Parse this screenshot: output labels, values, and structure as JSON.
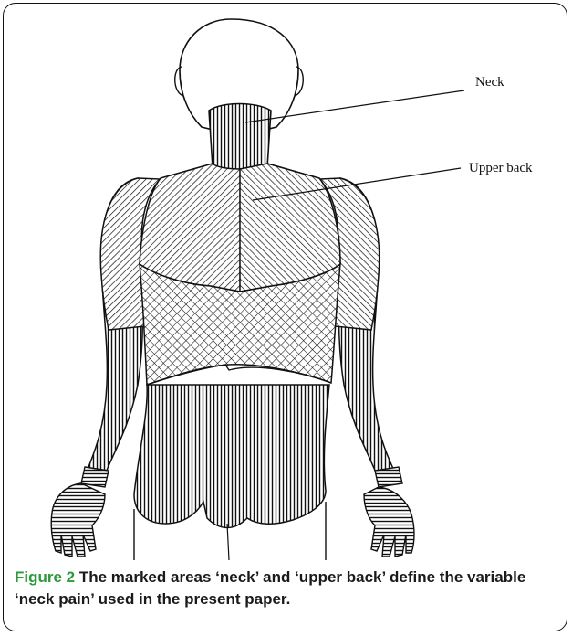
{
  "labels": {
    "neck": "Neck",
    "upper_back": "Upper back"
  },
  "caption": {
    "figure_label": "Figure 2",
    "text": " The marked areas ‘neck’ and ‘upper back’ define the variable ‘neck pain’ used in the present paper."
  },
  "colors": {
    "ink": "#111111",
    "figure_label": "#2a9a3a",
    "caption_text": "#1a1a1a"
  }
}
